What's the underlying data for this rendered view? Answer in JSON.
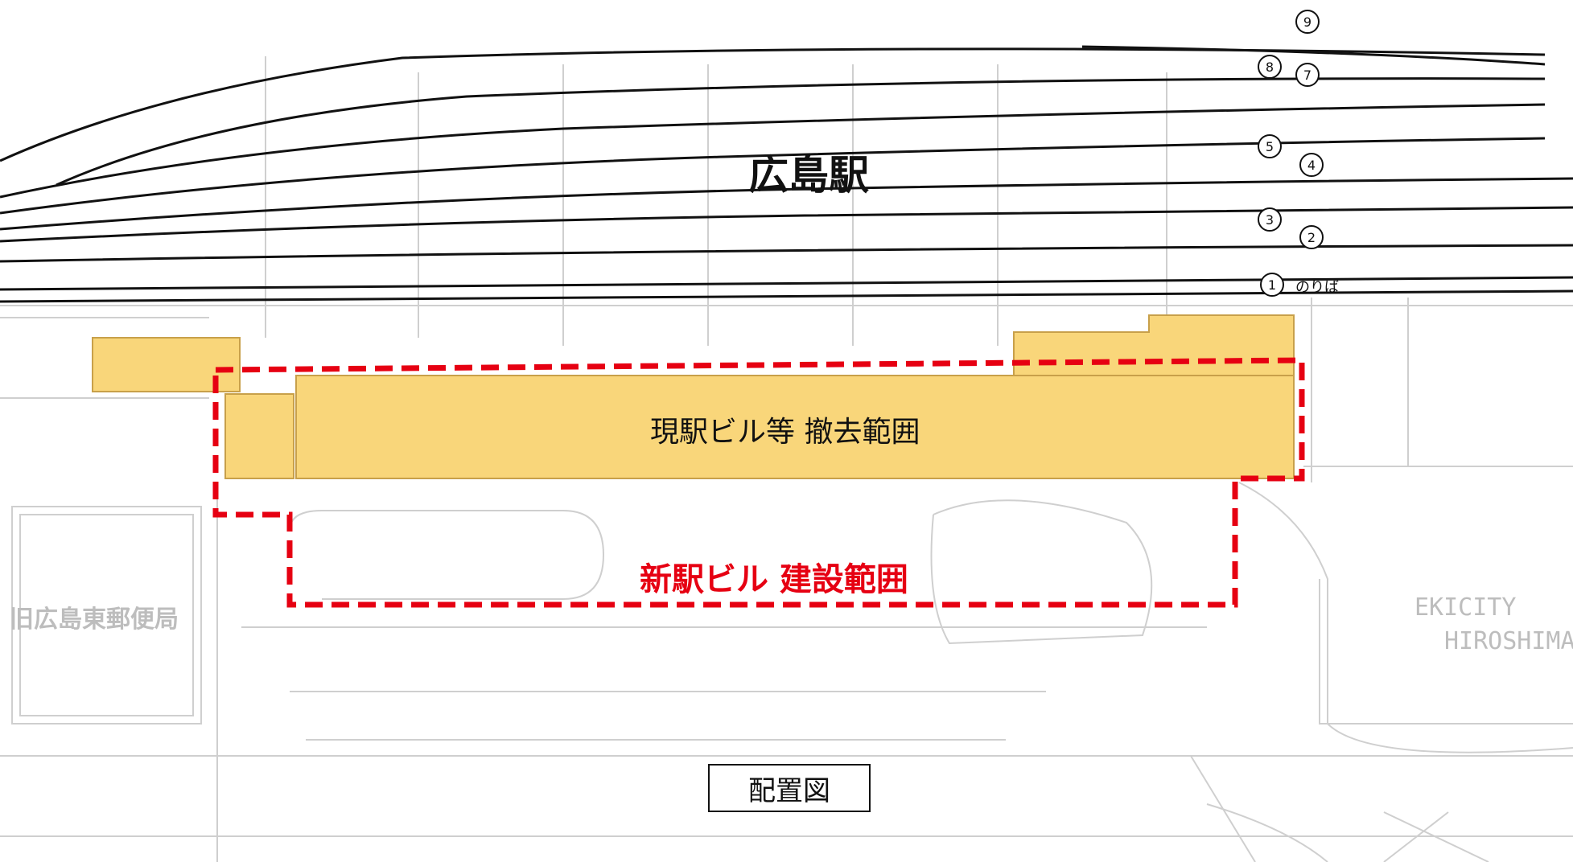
{
  "title": "広島駅",
  "labels": {
    "removal_area": "現駅ビル等 撤去範囲",
    "construction_area": "新駅ビル 建設範囲",
    "old_post_office": "旧広島東郵便局",
    "ekicity_line1": "EKICITY",
    "ekicity_line2": "HIROSHIMA",
    "legend_box": "配置図",
    "platform_suffix": "のりば"
  },
  "platforms": [
    "1",
    "2",
    "3",
    "4",
    "5",
    "7",
    "8",
    "9"
  ],
  "colors": {
    "removal_fill": "#f9d67a",
    "removal_stroke": "#c8a04a",
    "construction_boundary": "#e60012",
    "track": "#111111",
    "basemap": "#cfcfcf"
  }
}
